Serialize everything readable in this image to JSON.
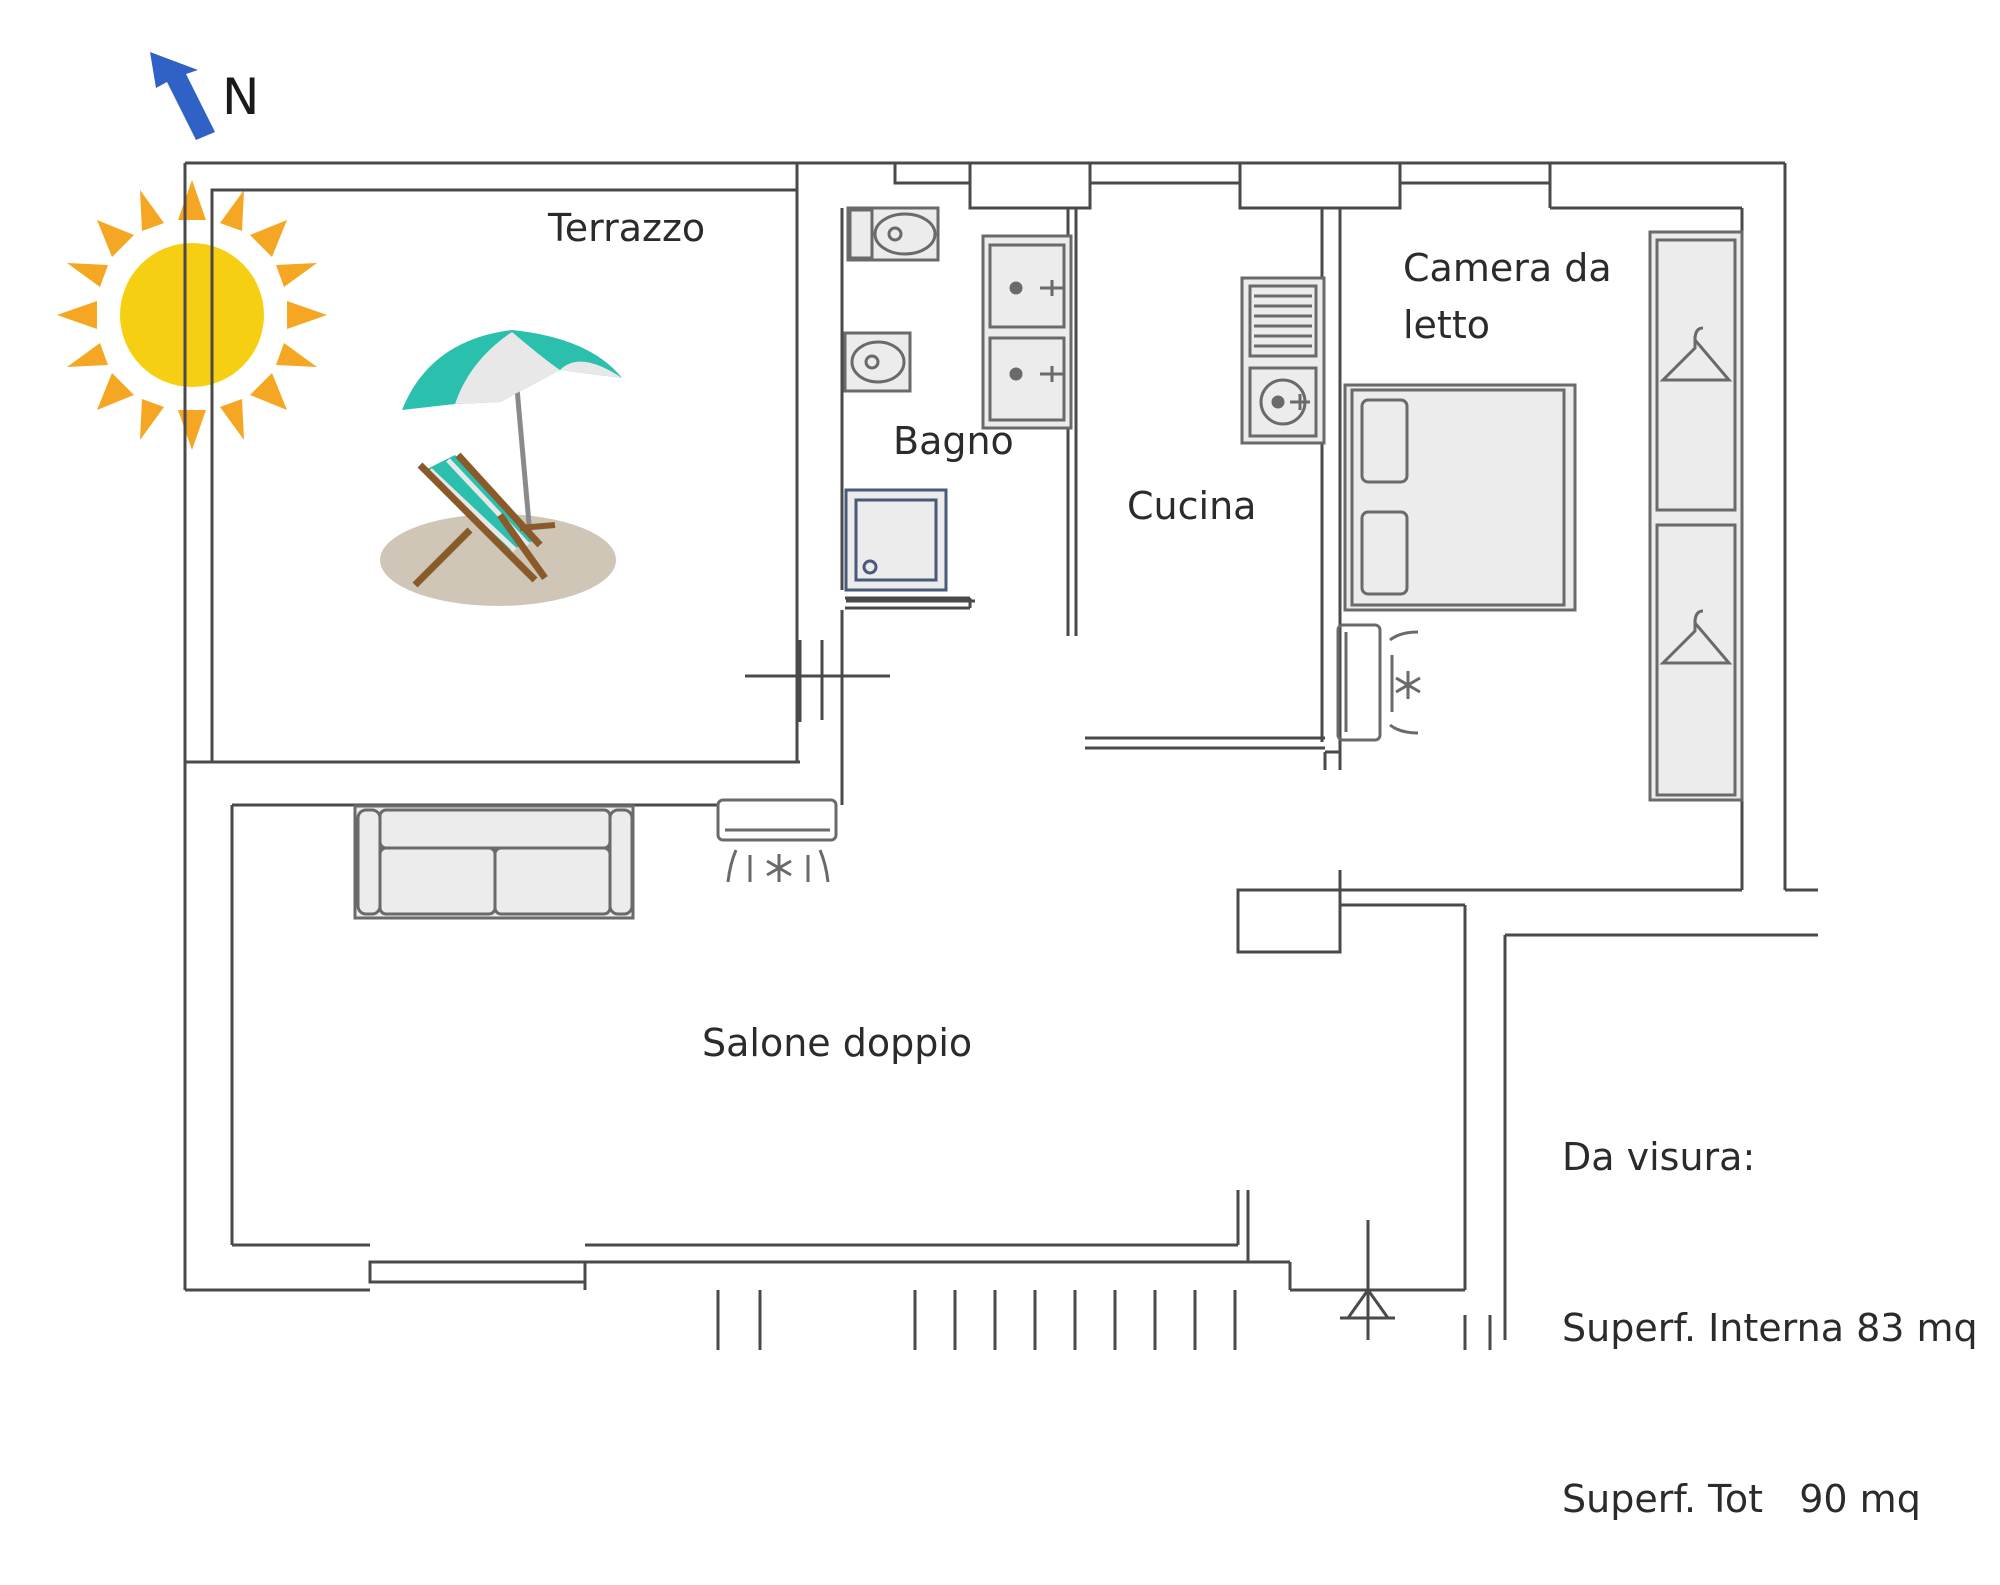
{
  "compass": {
    "label": "N",
    "icon": "north-arrow-icon"
  },
  "rooms": {
    "terrazzo": "Terrazzo",
    "bagno": "Bagno",
    "cucina": "Cucina",
    "camera_line1": "Camera da",
    "camera_line2": "letto",
    "salone": "Salone doppio"
  },
  "info": {
    "heading": "Da visura:",
    "line1": "Superf. Interna 83 mq",
    "line2": "Superf. Tot   90 mq"
  },
  "colors": {
    "wall": "#4a4a4a",
    "sun": "#f7cf12",
    "sun_rays": "#f5a623",
    "arrow": "#2f62c4",
    "umbrella": "#2bbfae",
    "sand": "#cfc6b8"
  },
  "icons": [
    "sun-icon",
    "beach-umbrella-icon",
    "deck-chair-icon",
    "air-conditioner-icon",
    "hanger-icon",
    "toilet-icon",
    "bidet-icon",
    "sink-icon",
    "shower-icon",
    "stove-icon",
    "bed-icon",
    "sofa-icon"
  ]
}
